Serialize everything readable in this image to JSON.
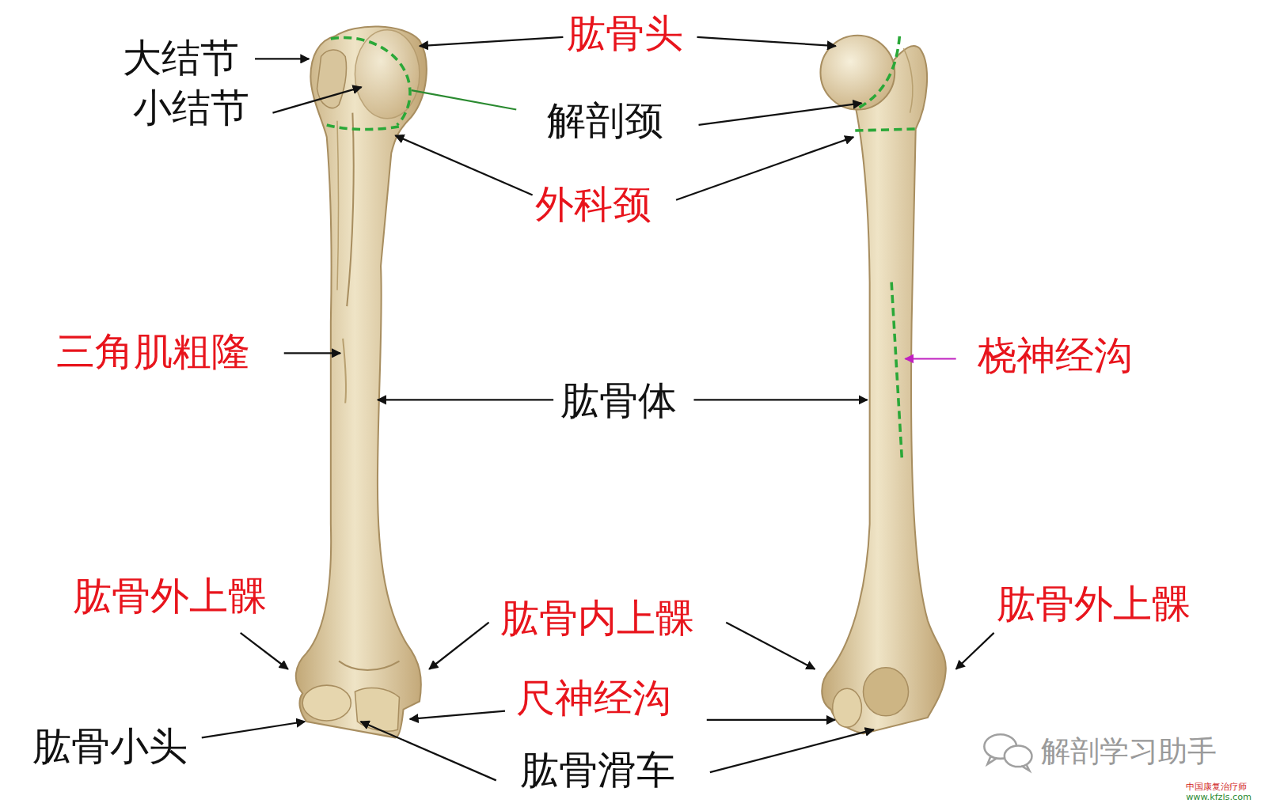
{
  "diagram": {
    "labels": [
      "大结节",
      "肱骨头",
      "小结节",
      "解剖颈",
      "外科颈",
      "三角肌粗隆",
      "桡神经沟",
      "肱骨体",
      "肱骨外上髁",
      "肱骨内上髁",
      "肱骨外上髁",
      "尺神经沟",
      "肱骨小头",
      "肱骨滑车",
      "解剖学习助手",
      "中国康复治疗师",
      "www.kfzls.com"
    ]
  }
}
